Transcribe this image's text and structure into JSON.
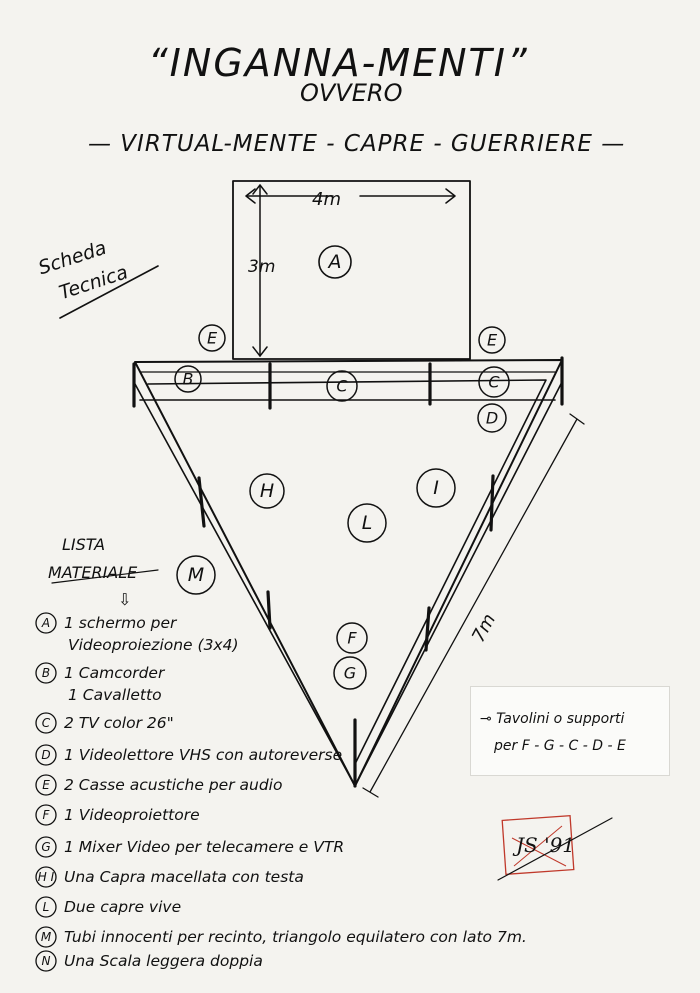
{
  "header": {
    "title": "“INGANNA-MENTI”",
    "subtitle": "OVVERO",
    "line": "— VIRTUAL-MENTE - CAPRE - GUERRIERE —"
  },
  "side_label": [
    "Scheda",
    "Tecnica"
  ],
  "dimensions": {
    "width": "4m",
    "height": "3m",
    "side": "7m"
  },
  "diagram_labels": {
    "screen": "A",
    "camcorder": "B",
    "tv_left": "C",
    "tv_right": "C",
    "vhs": "D",
    "speaker_left": "E",
    "speaker_right": "E",
    "projector": "F",
    "mixer": "G",
    "goat_left": "H",
    "goat_right": "I",
    "live_goats": "L",
    "ladder": "M"
  },
  "note": [
    "⊸ Tavolini o supporti",
    "per F - G - C - D - E"
  ],
  "materials": {
    "heading": [
      "LISTA",
      "MATERIALE"
    ],
    "arrow": "⇩",
    "items": [
      {
        "mark": "A",
        "lines": [
          "1 schermo per",
          "Videoproiezione (3x4)"
        ]
      },
      {
        "mark": "B",
        "lines": [
          "1 Camcorder",
          "1 Cavalletto"
        ]
      },
      {
        "mark": "C",
        "lines": [
          "2 TV color 26\""
        ]
      },
      {
        "mark": "D",
        "lines": [
          "1 Videolettore VHS con autoreverse"
        ]
      },
      {
        "mark": "E",
        "lines": [
          "2 Casse acustiche per audio"
        ]
      },
      {
        "mark": "F",
        "lines": [
          "1 Videoproiettore"
        ]
      },
      {
        "mark": "G",
        "lines": [
          "1 Mixer Video per telecamere e VTR"
        ]
      },
      {
        "mark": "H I",
        "lines": [
          "Una Capra macellata con testa"
        ]
      },
      {
        "mark": "L",
        "lines": [
          "Due capre vive"
        ]
      },
      {
        "mark": "M",
        "lines": [
          "Tubi innocenti per recinto, triangolo equilatero con lato 7m."
        ]
      },
      {
        "mark": "N",
        "lines": [
          "Una Scala leggera doppia"
        ]
      }
    ]
  },
  "signature": "JS '91"
}
